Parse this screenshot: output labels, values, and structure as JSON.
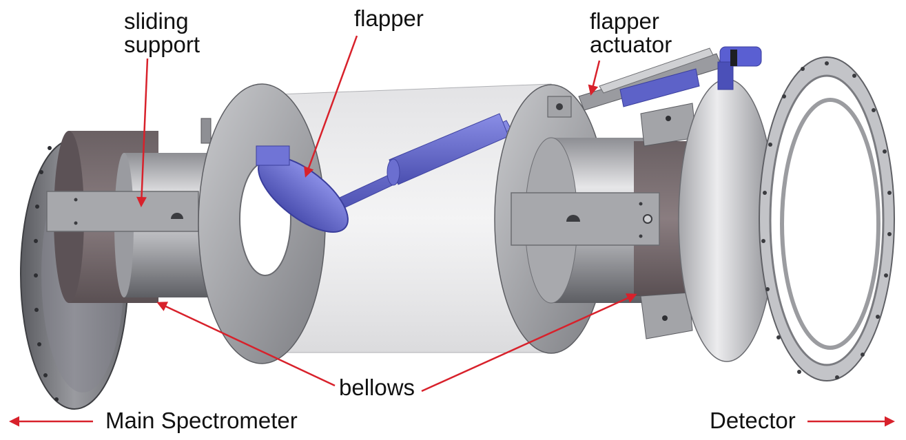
{
  "labels": {
    "sliding_support": [
      "sliding",
      "support"
    ],
    "flapper": "flapper",
    "flapper_actuator": [
      "flapper",
      "actuator"
    ],
    "bellows": "bellows",
    "main_spectrometer": "Main Spectrometer",
    "detector": "Detector"
  },
  "colors": {
    "arrow": "#d8212b",
    "flapper_blue": "#6b6fd0",
    "metal_light": "#d9d9dc",
    "metal_dark": "#6d6e73",
    "tube_glass": "#e3e3e5"
  }
}
